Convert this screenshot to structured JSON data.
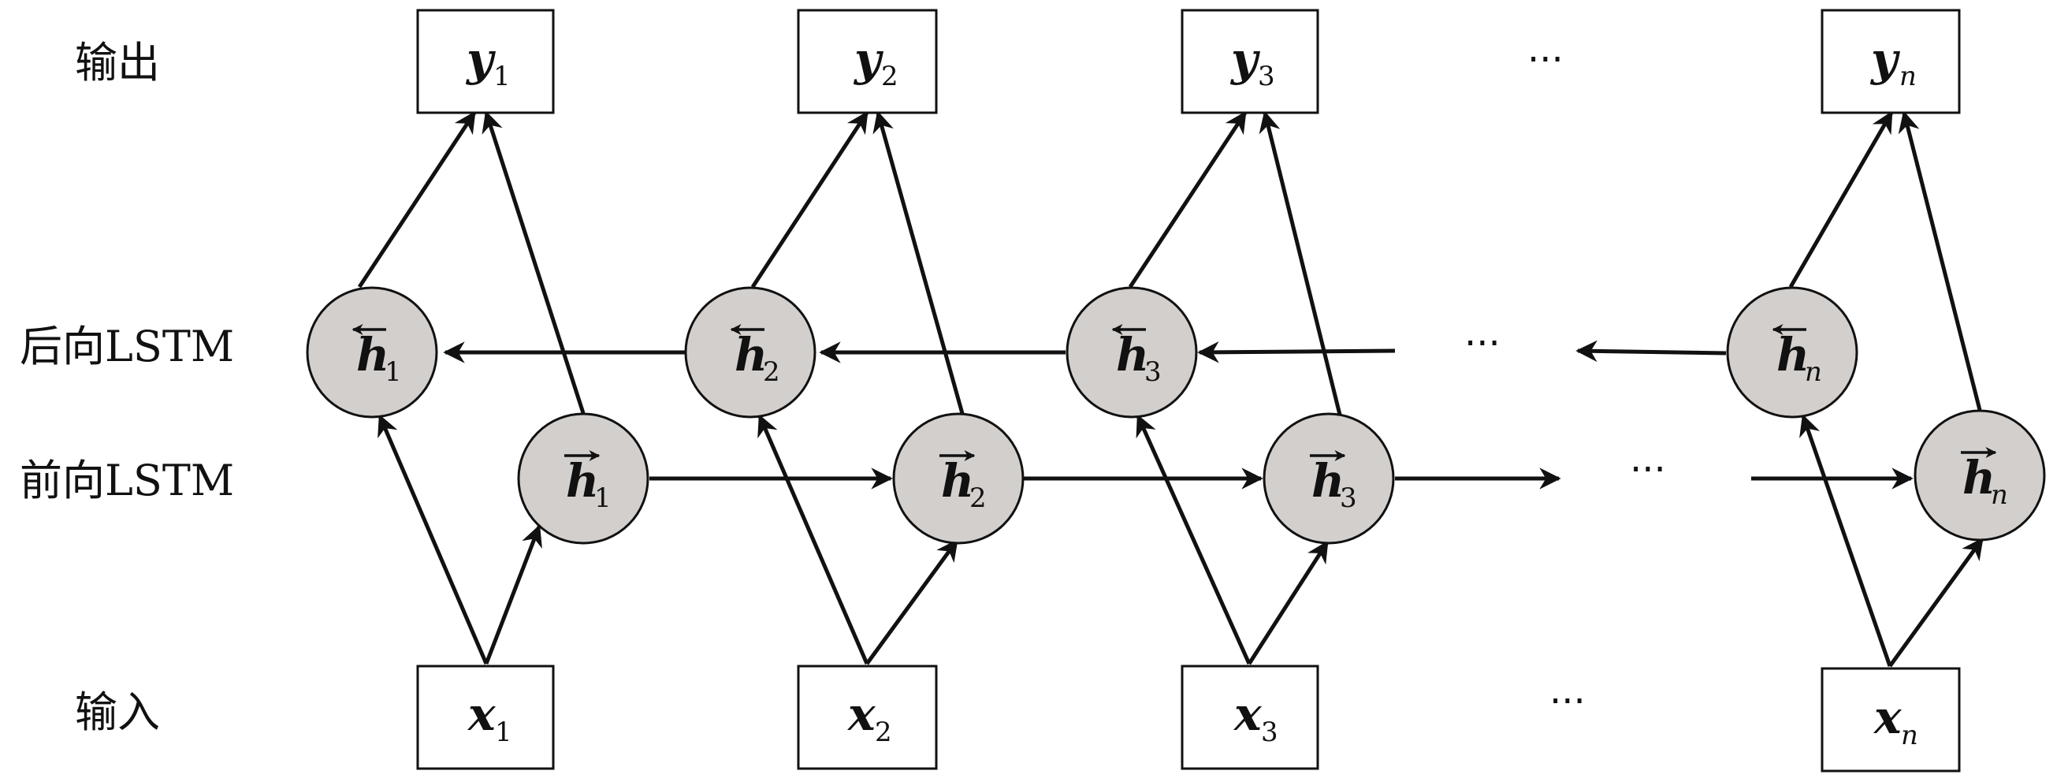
{
  "labels": {
    "output": "输出",
    "backward": "后向LSTM",
    "forward": "前向LSTM",
    "input": "输入"
  },
  "ellipsis": "···",
  "outputs": [
    {
      "sym": "y",
      "sub": "1"
    },
    {
      "sym": "y",
      "sub": "2"
    },
    {
      "sym": "y",
      "sub": "3"
    },
    {
      "sym": "y",
      "sub": "n"
    }
  ],
  "backward_states": [
    {
      "sym": "h",
      "sub": "1"
    },
    {
      "sym": "h",
      "sub": "2"
    },
    {
      "sym": "h",
      "sub": "3"
    },
    {
      "sym": "h",
      "sub": "n"
    }
  ],
  "forward_states": [
    {
      "sym": "h",
      "sub": "1"
    },
    {
      "sym": "h",
      "sub": "2"
    },
    {
      "sym": "h",
      "sub": "3"
    },
    {
      "sym": "h",
      "sub": "n"
    }
  ],
  "inputs": [
    {
      "sym": "x",
      "sub": "1"
    },
    {
      "sym": "x",
      "sub": "2"
    },
    {
      "sym": "x",
      "sub": "3"
    },
    {
      "sym": "x",
      "sub": "n"
    }
  ]
}
